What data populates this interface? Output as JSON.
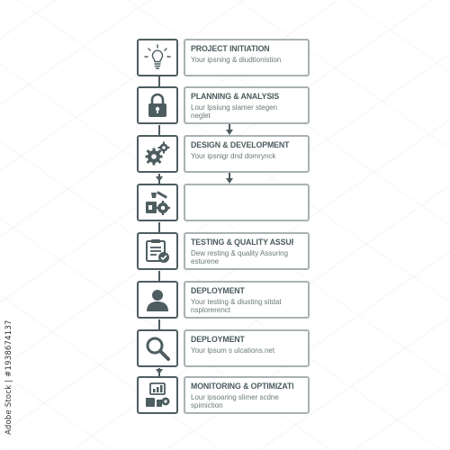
{
  "diagram": {
    "steps": [
      {
        "title": "PROJECT INITIATION",
        "desc": "Your ipsning & diudtionistion",
        "icon": "lightbulb-icon"
      },
      {
        "title": "PLANNING & ANALYSIS",
        "desc": "Lour lpsiung slamer stegen\nneglet",
        "icon": "padlock-icon"
      },
      {
        "title": "DESIGN & DEVELOPMENT",
        "desc": "Your ipsnigr dnd domrynck",
        "icon": "gears-icon"
      },
      {
        "title": "",
        "desc": "",
        "icon": "tools-gear-icon"
      },
      {
        "title": "TESTING & QUALITY ASSURANCE",
        "desc": "Dew resting & quality Assuring\nesturene",
        "icon": "clipboard-check-icon"
      },
      {
        "title": "DEPLOYMENT",
        "desc": "Your testing & diusting sitdat\nnsplorerenct",
        "icon": "person-icon"
      },
      {
        "title": "DEPLOYMENT",
        "desc": "Your lpsum s ulcations.net",
        "icon": "magnifier-icon"
      },
      {
        "title": "MONITORING & OPTIMIZATION",
        "desc": "Lour ipsoaring slimer scdne\nspimiction",
        "icon": "chart-monitor-icon"
      }
    ]
  },
  "stock_id": "Adobe Stock | #1938674137",
  "colors": {
    "icon": "#4e5d60",
    "box_border": "#a9b1b3",
    "text": "#4a5a5d"
  }
}
